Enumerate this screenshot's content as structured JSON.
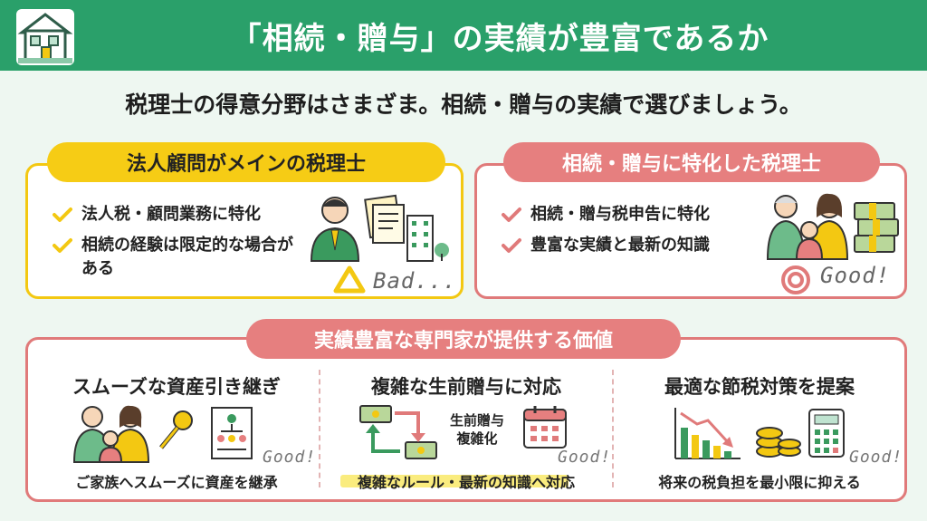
{
  "header": {
    "title": "「相続・贈与」の実績が豊富であるか"
  },
  "subtitle": "税理士の得意分野はさまざま。相続・贈与の実績で選びましょう。",
  "left_card": {
    "heading": "法人顧問がメインの税理士",
    "items": [
      "法人税・顧問業務に特化",
      "相続の経験は限定的な場合がある"
    ],
    "verdict": "Bad..."
  },
  "right_card": {
    "heading": "相続・贈与に特化した税理士",
    "items": [
      "相続・贈与税申告に特化",
      "豊富な実績と最新の知識"
    ],
    "verdict": "Good!"
  },
  "bottom_card": {
    "heading": "実績豊富な専門家が提供する価値",
    "columns": [
      {
        "title": "スムーズな資産引き継ぎ",
        "caption": "ご家族へスムーズに資産を継承",
        "verdict": "Good!"
      },
      {
        "title": "複雑な生前贈与に対応",
        "caption": "複雑なルール・最新の知識へ対応",
        "verdict": "Good!",
        "mini_label": "生前贈与 複雑化"
      },
      {
        "title": "最適な節税対策を提案",
        "caption": "将来の税負担を最小限に抑える",
        "verdict": "Good!"
      }
    ]
  },
  "colors": {
    "header_green": "#2aa06a",
    "yellow": "#f6cc15",
    "pink": "#e67f7f",
    "background": "#eef7f1"
  }
}
